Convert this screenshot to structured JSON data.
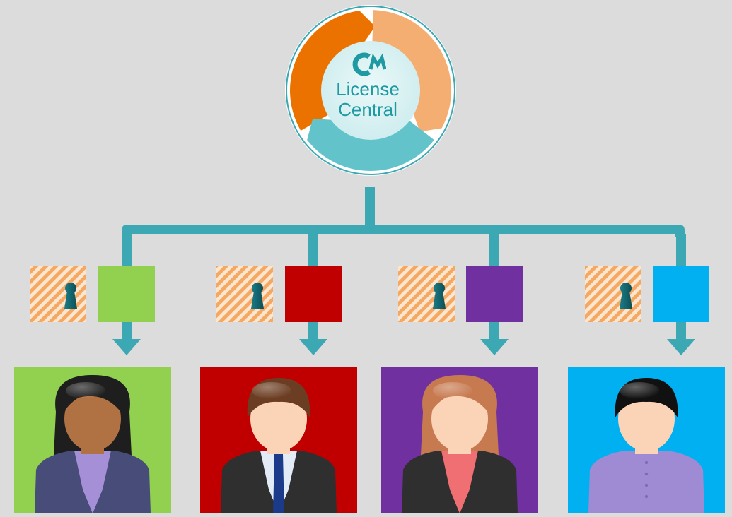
{
  "logo": {
    "monogram_c": "C",
    "monogram_m": "M",
    "line1": "License",
    "line2": "Central"
  },
  "colors": {
    "background": "#dcdcdc",
    "connector": "#3ba8b3",
    "ring_orange_dark": "#ec7200",
    "ring_orange_light": "#f5ae72",
    "ring_teal": "#62c3cb",
    "logo_inner": "#d7f0f1",
    "logo_text": "#1f9aa3"
  },
  "users": [
    {
      "color": "#92d050",
      "gender": "female",
      "skin": "#b07143",
      "hair": "#1e1e1e",
      "shirt": "#a58fd6",
      "jacket": "#474c79",
      "accent": "#474c79"
    },
    {
      "color": "#c00000",
      "gender": "male",
      "skin": "#fbd3b7",
      "hair": "#6b3d22",
      "shirt": "#e3ecf6",
      "jacket": "#2f2f2f",
      "accent": "#1c3a8a"
    },
    {
      "color": "#7030a0",
      "gender": "female",
      "skin": "#fbd3b7",
      "hair": "#c77a50",
      "shirt": "#ef6f72",
      "jacket": "#2f2f2f",
      "accent": "#ef6f72"
    },
    {
      "color": "#00b0f0",
      "gender": "male",
      "skin": "#fbd3b7",
      "hair": "#111111",
      "shirt": "#9f8ad4",
      "jacket": "#9f8ad4",
      "accent": "#7d69b5"
    }
  ]
}
